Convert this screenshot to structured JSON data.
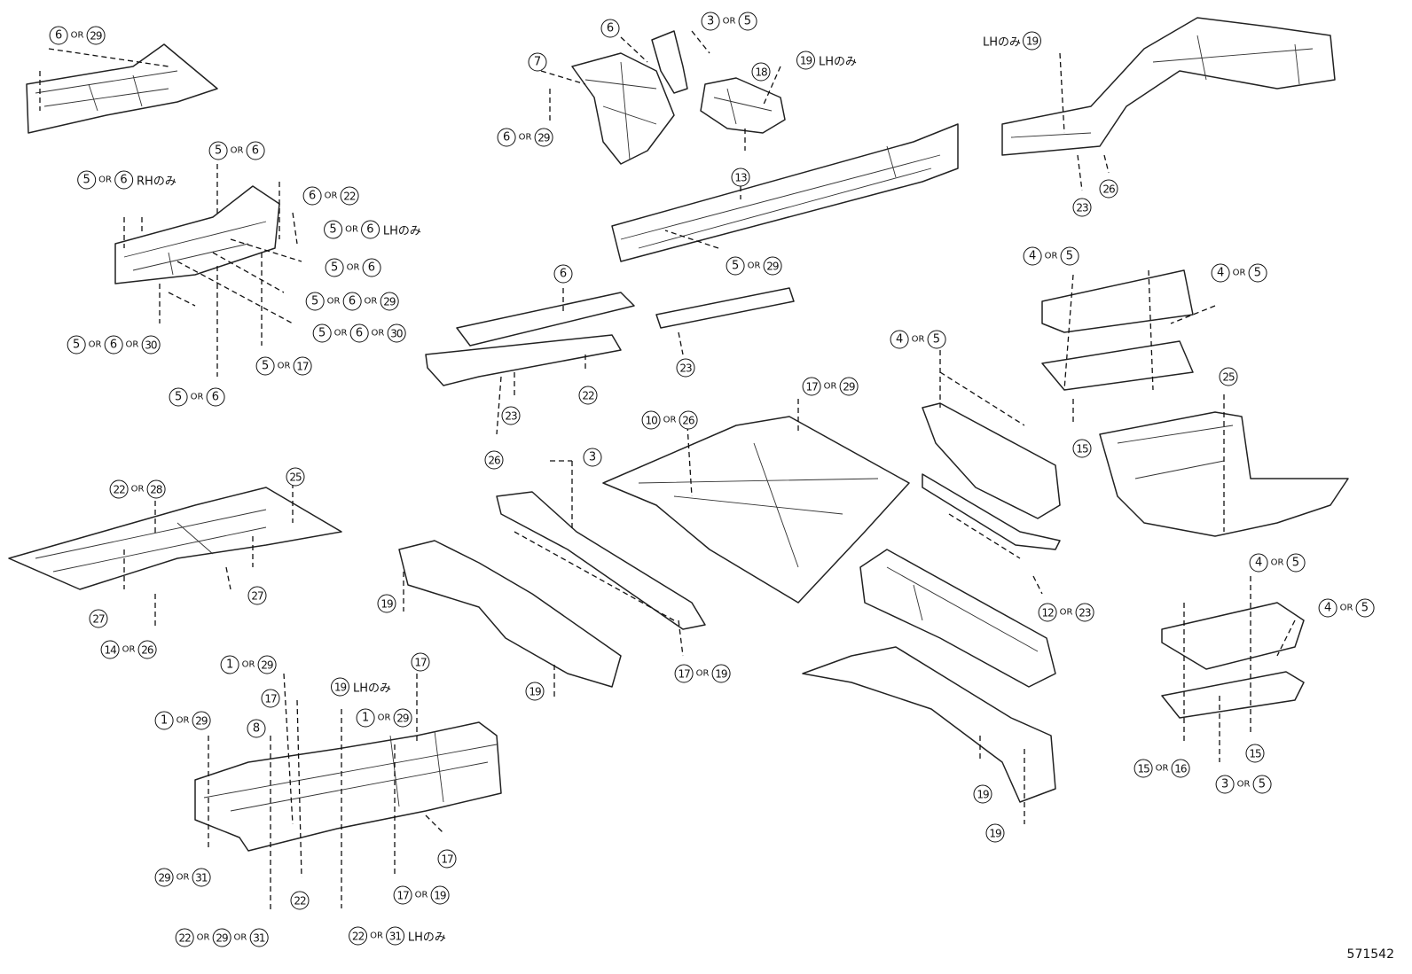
{
  "diagram_id": "571542",
  "labels": {
    "or": "OR",
    "rh_only": "RHのみ",
    "lh_only": "LHのみ"
  },
  "callouts": [
    {
      "name": "callout-6-or-29-top-left",
      "nums": [
        "6",
        "29"
      ]
    },
    {
      "name": "callout-7",
      "nums": [
        "7"
      ]
    },
    {
      "name": "callout-6-top",
      "nums": [
        "6"
      ]
    },
    {
      "name": "callout-3-or-5-top",
      "nums": [
        "3",
        "5"
      ]
    },
    {
      "name": "callout-18",
      "nums": [
        "18"
      ]
    },
    {
      "name": "callout-19-lh-top",
      "nums": [
        "19"
      ],
      "note": "LHのみ"
    },
    {
      "name": "callout-6-or-29-center",
      "nums": [
        "6",
        "29"
      ]
    },
    {
      "name": "callout-13",
      "nums": [
        "13"
      ]
    },
    {
      "name": "callout-5-or-29",
      "nums": [
        "5",
        "29"
      ]
    },
    {
      "name": "callout-lh-19-top-right",
      "nums": [
        "19"
      ],
      "prefix": "LHのみ"
    },
    {
      "name": "callout-26-top-right",
      "nums": [
        "26"
      ]
    },
    {
      "name": "callout-23-top-right",
      "nums": [
        "23"
      ]
    },
    {
      "name": "callout-5-or-6-top",
      "nums": [
        "5",
        "6"
      ]
    },
    {
      "name": "callout-5-or-6-rh",
      "nums": [
        "5",
        "6"
      ],
      "note": "RHのみ"
    },
    {
      "name": "callout-6-or-22",
      "nums": [
        "6",
        "22"
      ]
    },
    {
      "name": "callout-5-or-6-lh",
      "nums": [
        "5",
        "6"
      ],
      "note": "LHのみ"
    },
    {
      "name": "callout-5-or-6-right",
      "nums": [
        "5",
        "6"
      ]
    },
    {
      "name": "callout-5-6-29",
      "nums": [
        "5",
        "6",
        "29"
      ]
    },
    {
      "name": "callout-5-6-30-right",
      "nums": [
        "5",
        "6",
        "30"
      ]
    },
    {
      "name": "callout-5-6-30-left",
      "nums": [
        "5",
        "6",
        "30"
      ]
    },
    {
      "name": "callout-5-or-17",
      "nums": [
        "5",
        "17"
      ]
    },
    {
      "name": "callout-5-or-6-bottom",
      "nums": [
        "5",
        "6"
      ]
    },
    {
      "name": "callout-6-rail",
      "nums": [
        "6"
      ]
    },
    {
      "name": "callout-23-rail-mid",
      "nums": [
        "23"
      ]
    },
    {
      "name": "callout-22-rail",
      "nums": [
        "22"
      ]
    },
    {
      "name": "callout-23-rail",
      "nums": [
        "23"
      ]
    },
    {
      "name": "callout-26-rail",
      "nums": [
        "26"
      ]
    },
    {
      "name": "callout-4-or-5-a",
      "nums": [
        "4",
        "5"
      ]
    },
    {
      "name": "callout-4-or-5-b",
      "nums": [
        "4",
        "5"
      ]
    },
    {
      "name": "callout-15-a",
      "nums": [
        "15"
      ]
    },
    {
      "name": "callout-25-right",
      "nums": [
        "25"
      ]
    },
    {
      "name": "callout-4-or-5-c",
      "nums": [
        "4",
        "5"
      ]
    },
    {
      "name": "callout-17-or-29",
      "nums": [
        "17",
        "29"
      ]
    },
    {
      "name": "callout-10-or-26",
      "nums": [
        "10",
        "26"
      ]
    },
    {
      "name": "callout-3-mid",
      "nums": [
        "3"
      ]
    },
    {
      "name": "callout-12-or-23",
      "nums": [
        "12",
        "23"
      ]
    },
    {
      "name": "callout-22-or-28",
      "nums": [
        "22",
        "28"
      ]
    },
    {
      "name": "callout-25-left",
      "nums": [
        "25"
      ]
    },
    {
      "name": "callout-27-right",
      "nums": [
        "27"
      ]
    },
    {
      "name": "callout-27-left",
      "nums": [
        "27"
      ]
    },
    {
      "name": "callout-14-or-26",
      "nums": [
        "14",
        "26"
      ]
    },
    {
      "name": "callout-19-a",
      "nums": [
        "19"
      ]
    },
    {
      "name": "callout-19-b",
      "nums": [
        "19"
      ]
    },
    {
      "name": "callout-17-or-19-mid",
      "nums": [
        "17",
        "19"
      ]
    },
    {
      "name": "callout-4-or-5-d",
      "nums": [
        "4",
        "5"
      ]
    },
    {
      "name": "callout-4-or-5-e",
      "nums": [
        "4",
        "5"
      ]
    },
    {
      "name": "callout-15-b",
      "nums": [
        "15"
      ]
    },
    {
      "name": "callout-15-or-16",
      "nums": [
        "15",
        "16"
      ]
    },
    {
      "name": "callout-3-or-5-bottom",
      "nums": [
        "3",
        "5"
      ]
    },
    {
      "name": "callout-19-c",
      "nums": [
        "19"
      ]
    },
    {
      "name": "callout-19-d",
      "nums": [
        "19"
      ]
    },
    {
      "name": "callout-1-or-29-a",
      "nums": [
        "1",
        "29"
      ]
    },
    {
      "name": "callout-17-a",
      "nums": [
        "17"
      ]
    },
    {
      "name": "callout-19-lh-bottom",
      "nums": [
        "19"
      ],
      "note": "LHのみ"
    },
    {
      "name": "callout-17-b",
      "nums": [
        "17"
      ]
    },
    {
      "name": "callout-1-or-29-b",
      "nums": [
        "1",
        "29"
      ]
    },
    {
      "name": "callout-8",
      "nums": [
        "8"
      ]
    },
    {
      "name": "callout-1-or-29-c",
      "nums": [
        "1",
        "29"
      ]
    },
    {
      "name": "callout-17-c",
      "nums": [
        "17"
      ]
    },
    {
      "name": "callout-29-or-31",
      "nums": [
        "29",
        "31"
      ]
    },
    {
      "name": "callout-22-bottom",
      "nums": [
        "22"
      ]
    },
    {
      "name": "callout-17-or-19-bottom",
      "nums": [
        "17",
        "19"
      ]
    },
    {
      "name": "callout-22-29-31",
      "nums": [
        "22",
        "29",
        "31"
      ]
    },
    {
      "name": "callout-22-31-lh",
      "nums": [
        "22",
        "31"
      ],
      "note": "LHのみ"
    }
  ]
}
